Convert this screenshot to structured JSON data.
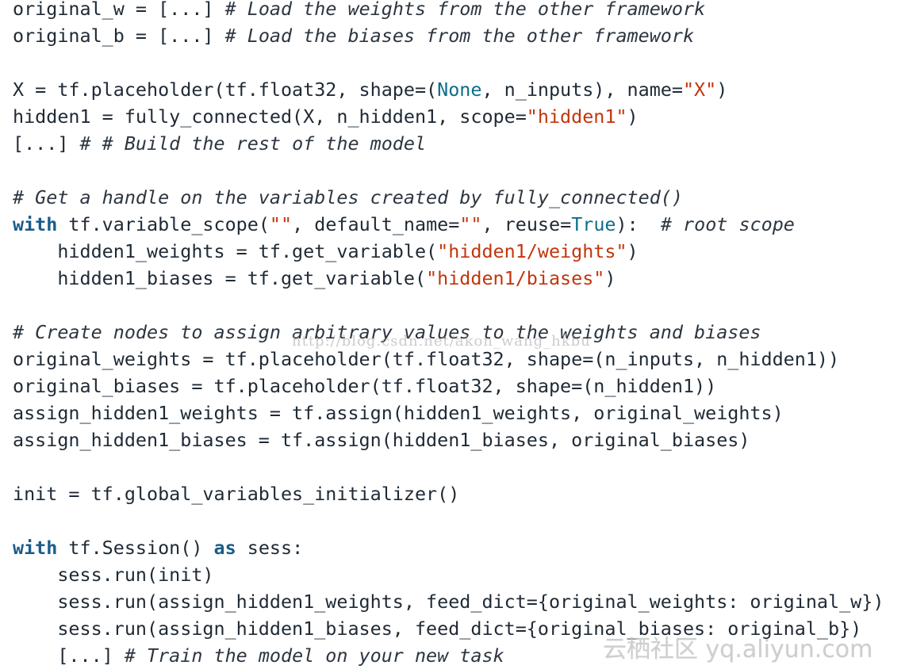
{
  "code_lines": [
    [
      {
        "t": "original_w = [...] ",
        "c": "plain"
      },
      {
        "t": "# Load the weights from the other framework",
        "c": "cm"
      }
    ],
    [
      {
        "t": "original_b = [...] ",
        "c": "plain"
      },
      {
        "t": "# Load the biases from the other framework",
        "c": "cm"
      }
    ],
    [],
    [
      {
        "t": "X = tf.placeholder(tf.float32, shape=(",
        "c": "plain"
      },
      {
        "t": "None",
        "c": "num"
      },
      {
        "t": ", n_inputs), name=",
        "c": "plain"
      },
      {
        "t": "\"X\"",
        "c": "str"
      },
      {
        "t": ")",
        "c": "plain"
      }
    ],
    [
      {
        "t": "hidden1 = fully_connected(X, n_hidden1, scope=",
        "c": "plain"
      },
      {
        "t": "\"hidden1\"",
        "c": "str"
      },
      {
        "t": ")",
        "c": "plain"
      }
    ],
    [
      {
        "t": "[...] ",
        "c": "plain"
      },
      {
        "t": "# # Build the rest of the model",
        "c": "cm"
      }
    ],
    [],
    [
      {
        "t": "# Get a handle on the variables created by fully_connected()",
        "c": "cm"
      }
    ],
    [
      {
        "t": "with",
        "c": "kw"
      },
      {
        "t": " tf.variable_scope(",
        "c": "plain"
      },
      {
        "t": "\"\"",
        "c": "str"
      },
      {
        "t": ", default_name=",
        "c": "plain"
      },
      {
        "t": "\"\"",
        "c": "str"
      },
      {
        "t": ", reuse=",
        "c": "plain"
      },
      {
        "t": "True",
        "c": "num"
      },
      {
        "t": "):  ",
        "c": "plain"
      },
      {
        "t": "# root scope",
        "c": "cm"
      }
    ],
    [
      {
        "t": "    hidden1_weights = tf.get_variable(",
        "c": "plain"
      },
      {
        "t": "\"hidden1/weights\"",
        "c": "str"
      },
      {
        "t": ")",
        "c": "plain"
      }
    ],
    [
      {
        "t": "    hidden1_biases = tf.get_variable(",
        "c": "plain"
      },
      {
        "t": "\"hidden1/biases\"",
        "c": "str"
      },
      {
        "t": ")",
        "c": "plain"
      }
    ],
    [],
    [
      {
        "t": "# Create nodes to assign arbitrary values to the weights and biases",
        "c": "cm"
      }
    ],
    [
      {
        "t": "original_weights = tf.placeholder(tf.float32, shape=(n_inputs, n_hidden1))",
        "c": "plain"
      }
    ],
    [
      {
        "t": "original_biases = tf.placeholder(tf.float32, shape=(n_hidden1))",
        "c": "plain"
      }
    ],
    [
      {
        "t": "assign_hidden1_weights = tf.assign(hidden1_weights, original_weights)",
        "c": "plain"
      }
    ],
    [
      {
        "t": "assign_hidden1_biases = tf.assign(hidden1_biases, original_biases)",
        "c": "plain"
      }
    ],
    [],
    [
      {
        "t": "init = tf.global_variables_initializer()",
        "c": "plain"
      }
    ],
    [],
    [
      {
        "t": "with",
        "c": "kw"
      },
      {
        "t": " tf.Session() ",
        "c": "plain"
      },
      {
        "t": "as",
        "c": "kw"
      },
      {
        "t": " sess:",
        "c": "plain"
      }
    ],
    [
      {
        "t": "    sess.run(init)",
        "c": "plain"
      }
    ],
    [
      {
        "t": "    sess.run(assign_hidden1_weights, feed_dict={original_weights: original_w})",
        "c": "plain"
      }
    ],
    [
      {
        "t": "    sess.run(assign_hidden1_biases, feed_dict={original_biases: original_b})",
        "c": "plain"
      }
    ],
    [
      {
        "t": "    [...] ",
        "c": "plain"
      },
      {
        "t": "# Train the model on your new task",
        "c": "cm"
      }
    ]
  ],
  "watermarks": {
    "url": "http://blog.csdn.net/akon_wang_hkbu",
    "logo": "云栖社区 yq.aliyun.com"
  }
}
